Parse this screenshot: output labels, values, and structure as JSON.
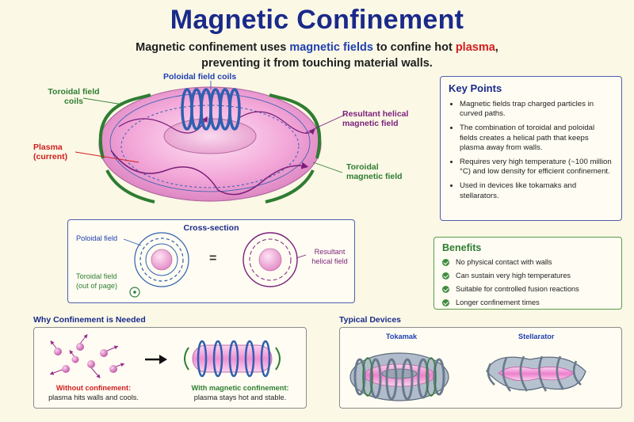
{
  "title": "Magnetic Confinement",
  "subtitle": {
    "part1": "Magnetic confinement uses ",
    "highlight1": "magnetic fields",
    "part2": " to confine hot ",
    "highlight2": "plasma",
    "part3": ",",
    "line2": "preventing it from touching material walls."
  },
  "torus_labels": {
    "poloidal_coils": "Poloidal field coils",
    "toroidal_coils_1": "Toroidal field",
    "toroidal_coils_2": "coils",
    "plasma_1": "Plasma",
    "plasma_2": "(current)",
    "helical_1": "Resultant helical",
    "helical_2": "magnetic field",
    "toroidal_field_1": "Toroidal",
    "toroidal_field_2": "magnetic field"
  },
  "key_points": {
    "title": "Key Points",
    "items": [
      "Magnetic fields trap charged particles in curved paths.",
      "The combination of toroidal and poloidal fields creates a helical path that keeps plasma away from walls.",
      "Requires very high temperature (~100 million °C) and low density for efficient confinement.",
      "Used in devices like tokamaks and stellarators."
    ]
  },
  "cross_section": {
    "title": "Cross-section",
    "poloidal": "Poloidal field",
    "toroidal_1": "Toroidal field",
    "toroidal_2": "(out of page)",
    "equals": "=",
    "resultant_1": "Resultant",
    "resultant_2": "helical field"
  },
  "benefits": {
    "title": "Benefits",
    "items": [
      "No physical contact with walls",
      "Can sustain very high temperatures",
      "Suitable for controlled fusion reactions",
      "Longer confinement times"
    ]
  },
  "why": {
    "title": "Why Confinement is Needed",
    "without_title": "Without confinement:",
    "without_text": "plasma hits walls and cools.",
    "with_title": "With magnetic confinement:",
    "with_text": "plasma stays hot and stable."
  },
  "devices": {
    "title": "Typical Devices",
    "tokamak": "Tokamak",
    "stellarator": "Stellarator"
  },
  "colors": {
    "title": "#1a2a8a",
    "plasma": "#f3a6d8",
    "coil_blue": "#2f5fb0",
    "coil_green": "#2e7d32",
    "helical": "#7a1f7a",
    "accent_red": "#d01e1e"
  }
}
